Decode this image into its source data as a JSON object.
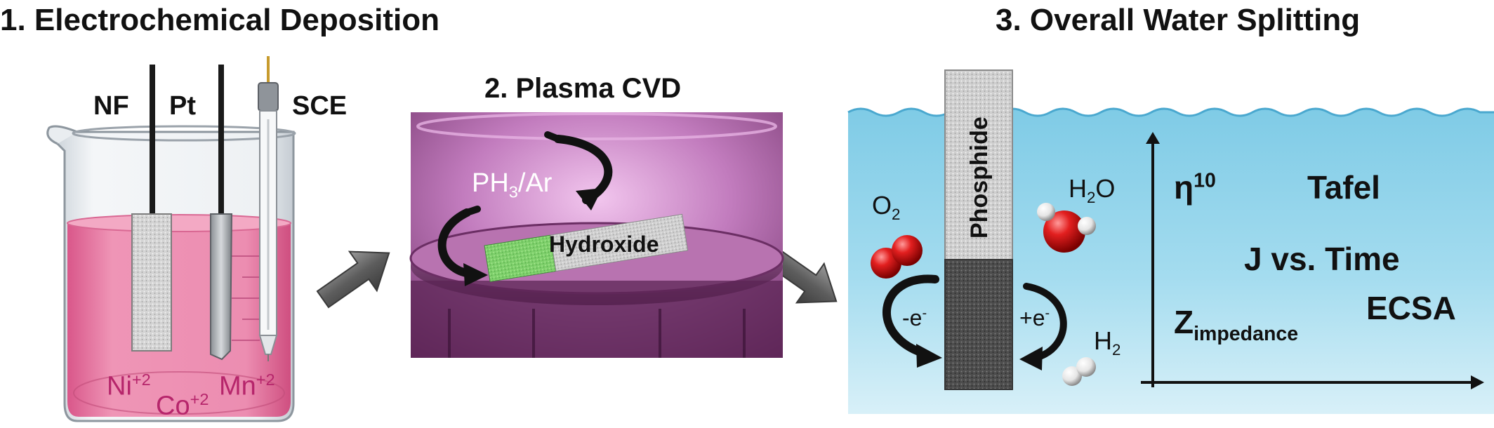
{
  "panels": {
    "step1_title": "1. Electrochemical Deposition",
    "step2_title": "2. Plasma CVD",
    "step3_title": "3. Overall Water Splitting"
  },
  "electrodes": {
    "nf": "NF",
    "pt": "Pt",
    "sce": "SCE"
  },
  "ions": {
    "ni": "Ni",
    "ni_charge": "+2",
    "co": "Co",
    "co_charge": "+2",
    "mn": "Mn",
    "mn_charge": "+2"
  },
  "plasma": {
    "gas_main": "PH",
    "gas_sub": "3",
    "gas_rest": "/Ar",
    "sample_label": "Hydroxide"
  },
  "water_splitting": {
    "electrode_label": "Phosphide",
    "o2_main": "O",
    "o2_sub": "2",
    "h2o_h": "H",
    "h2o_sub": "2",
    "h2o_o": "O",
    "h2_main": "H",
    "h2_sub": "2",
    "anode_electron": "-e",
    "anode_electron_sup": "-",
    "cathode_electron": "+e",
    "cathode_electron_sup": "-"
  },
  "metrics": {
    "eta_main": "η",
    "eta_sup": "10",
    "tafel": "Tafel",
    "j_vs_time": "J vs. Time",
    "z_main": "Z",
    "z_sub": "impedance",
    "ecsa": "ECSA"
  },
  "colors": {
    "solution_pink": "#e06c98",
    "plasma_purple": "#a8559a",
    "water_blue": "#8fd2ea",
    "hydroxide_green": "#7bd36a"
  }
}
